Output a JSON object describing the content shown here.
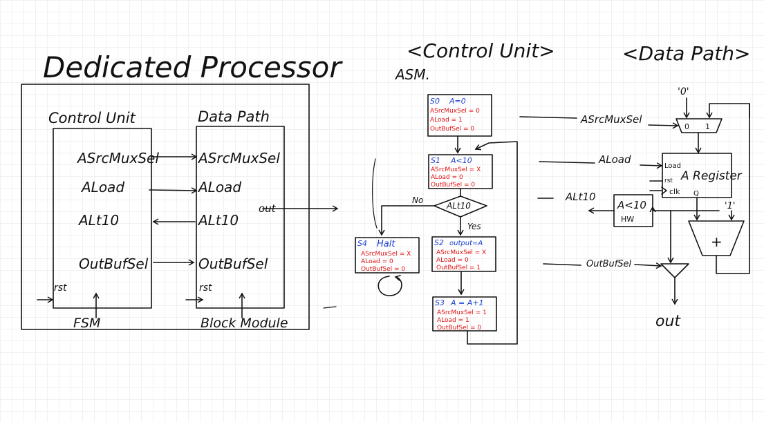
{
  "left_diagram": {
    "title": "Dedicated Processor",
    "control_unit": {
      "label": "Control Unit",
      "signals": [
        "ASrcMuxSel",
        "ALoad",
        "ALt10",
        "OutBufSel"
      ],
      "rst_label": "rst",
      "caption": "FSM"
    },
    "data_path": {
      "label": "Data Path",
      "signals": [
        "ASrcMuxSel",
        "ALoad",
        "ALt10",
        "OutBufSel"
      ],
      "rst_label": "rst",
      "out_label": "out",
      "caption": "Block Module"
    }
  },
  "control_unit_asm": {
    "heading": "<Control Unit>",
    "subheading": "ASM.",
    "states": [
      {
        "id": "S0",
        "action": "A=0",
        "lines": [
          "ASrcMuxSel = 0",
          "ALoad = 1",
          "OutBufSel = 0"
        ]
      },
      {
        "id": "S1",
        "action": "A<10",
        "lines": [
          "ASrcMuxSel = X",
          "ALoad = 0",
          "OutBufSel = 0"
        ]
      },
      {
        "id": "S2",
        "action": "output=A",
        "lines": [
          "ASrcMuxSel = X",
          "ALoad = 0",
          "OutBufSel = 1"
        ]
      },
      {
        "id": "S3",
        "action": "A = A+1",
        "lines": [
          "ASrcMuxSel = 1",
          "ALoad = 1",
          "OutBufSel = 0"
        ]
      },
      {
        "id": "S4",
        "action": "Halt",
        "lines": [
          "ASrcMuxSel = X",
          "ALoad = 0",
          "OutBufSel = 0"
        ]
      }
    ],
    "decision": {
      "label": "ALt10",
      "no_label": "No",
      "yes_label": "Yes"
    }
  },
  "data_path_diagram": {
    "heading": "<Data Path>",
    "signals": [
      "ASrcMuxSel",
      "ALoad",
      "ALt10",
      "OutBufSel"
    ],
    "mux_const_zero": "'0'",
    "mux_inputs": [
      "0",
      "1"
    ],
    "register_label": "A Register",
    "register_ports": [
      "Load",
      "rst",
      "clk",
      "Q"
    ],
    "comparator_label": "A<10",
    "comparator_sub": "HW",
    "const_one": "'1'",
    "adder_symbol": "+",
    "output_label": "out"
  },
  "colors": {
    "ink": "#111111",
    "state_name": "#1a3fd0",
    "control_signal": "#e01010",
    "grid": "#f1f1f1"
  }
}
